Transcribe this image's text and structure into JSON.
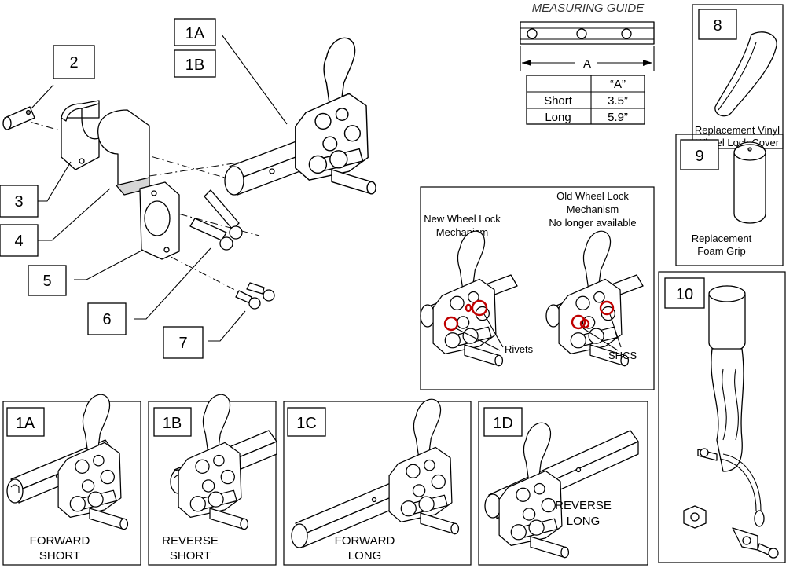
{
  "callouts": {
    "c1A": "1A",
    "c1B": "1B",
    "c2": "2",
    "c3": "3",
    "c4": "4",
    "c5": "5",
    "c6": "6",
    "c7": "7",
    "c8": "8",
    "c9": "9",
    "c10": "10"
  },
  "measuring_guide": {
    "title": "MEASURING GUIDE",
    "dimension_label": "A",
    "table": {
      "header": [
        "",
        "“A”"
      ],
      "rows": [
        [
          "Short",
          "3.5”"
        ],
        [
          "Long",
          "5.9”"
        ]
      ]
    }
  },
  "part8": {
    "caption_line1": "Replacement Vinyl",
    "caption_line2": "Wheel Lock Cover"
  },
  "part9": {
    "caption_line1": "Replacement",
    "caption_line2": "Foam Grip"
  },
  "mechanism_compare": {
    "new_line1": "New Wheel Lock",
    "new_line2": "Mechanism",
    "old_line1": "Old Wheel Lock",
    "old_line2": "Mechanism",
    "old_line3": "No longer available",
    "rivets_label": "Rivets",
    "shcs_label": "SHCS"
  },
  "variants": [
    {
      "id": "1A",
      "line1": "FORWARD",
      "line2": "SHORT"
    },
    {
      "id": "1B",
      "line1": "REVERSE",
      "line2": "SHORT"
    },
    {
      "id": "1C",
      "line1": "FORWARD",
      "line2": "LONG"
    },
    {
      "id": "1D",
      "line1": "REVERSE",
      "line2": "LONG"
    }
  ],
  "colors": {
    "line": "#000000",
    "highlight": "#c00000",
    "shade": "#d6d6d6"
  }
}
